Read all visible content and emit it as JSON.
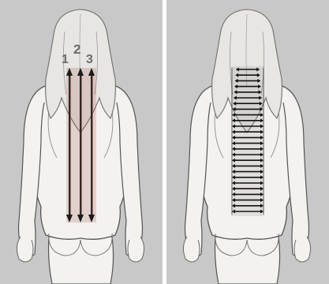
{
  "panels": [
    {
      "id": "left",
      "labels": [
        "1",
        "2",
        "3"
      ],
      "arrow_color": "#1a1a1a",
      "highlight_color": "#8b3a2a"
    },
    {
      "id": "right",
      "ladder_color": "#111111"
    }
  ],
  "colors": {
    "panel_bg": "#c8c8c8",
    "skin": "#f4f2ef",
    "outline": "#555555",
    "hair": "#e8e6e2"
  }
}
